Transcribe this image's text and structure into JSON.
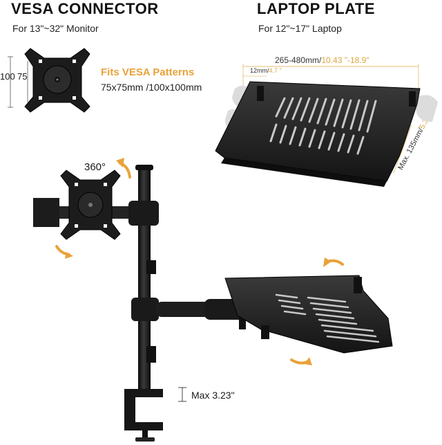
{
  "vesa": {
    "title": "VESA CONNECTOR",
    "subtitle": "For 13\"~32\" Monitor",
    "dim_100": "100",
    "dim_75": "75",
    "fits_title": "Fits VESA Patterns",
    "patterns": "75x75mm /100x100mm"
  },
  "laptop": {
    "title": "LAPTOP PLATE",
    "subtitle": "For 12\"~17\" Laptop",
    "width_mm": "265-480mm/",
    "width_in": "10.43 \"-18.9\"",
    "lip_mm": "12mm/",
    "lip_in": "4.7 \"",
    "depth_mm": "Max. 135mm/",
    "depth_in": "5.3\""
  },
  "mount": {
    "rotation": "360°",
    "clamp_max": "Max 3.23\""
  },
  "colors": {
    "accent": "#e8a33a",
    "metal": "#1e1e1e",
    "ghost": "#d9d9d9"
  }
}
